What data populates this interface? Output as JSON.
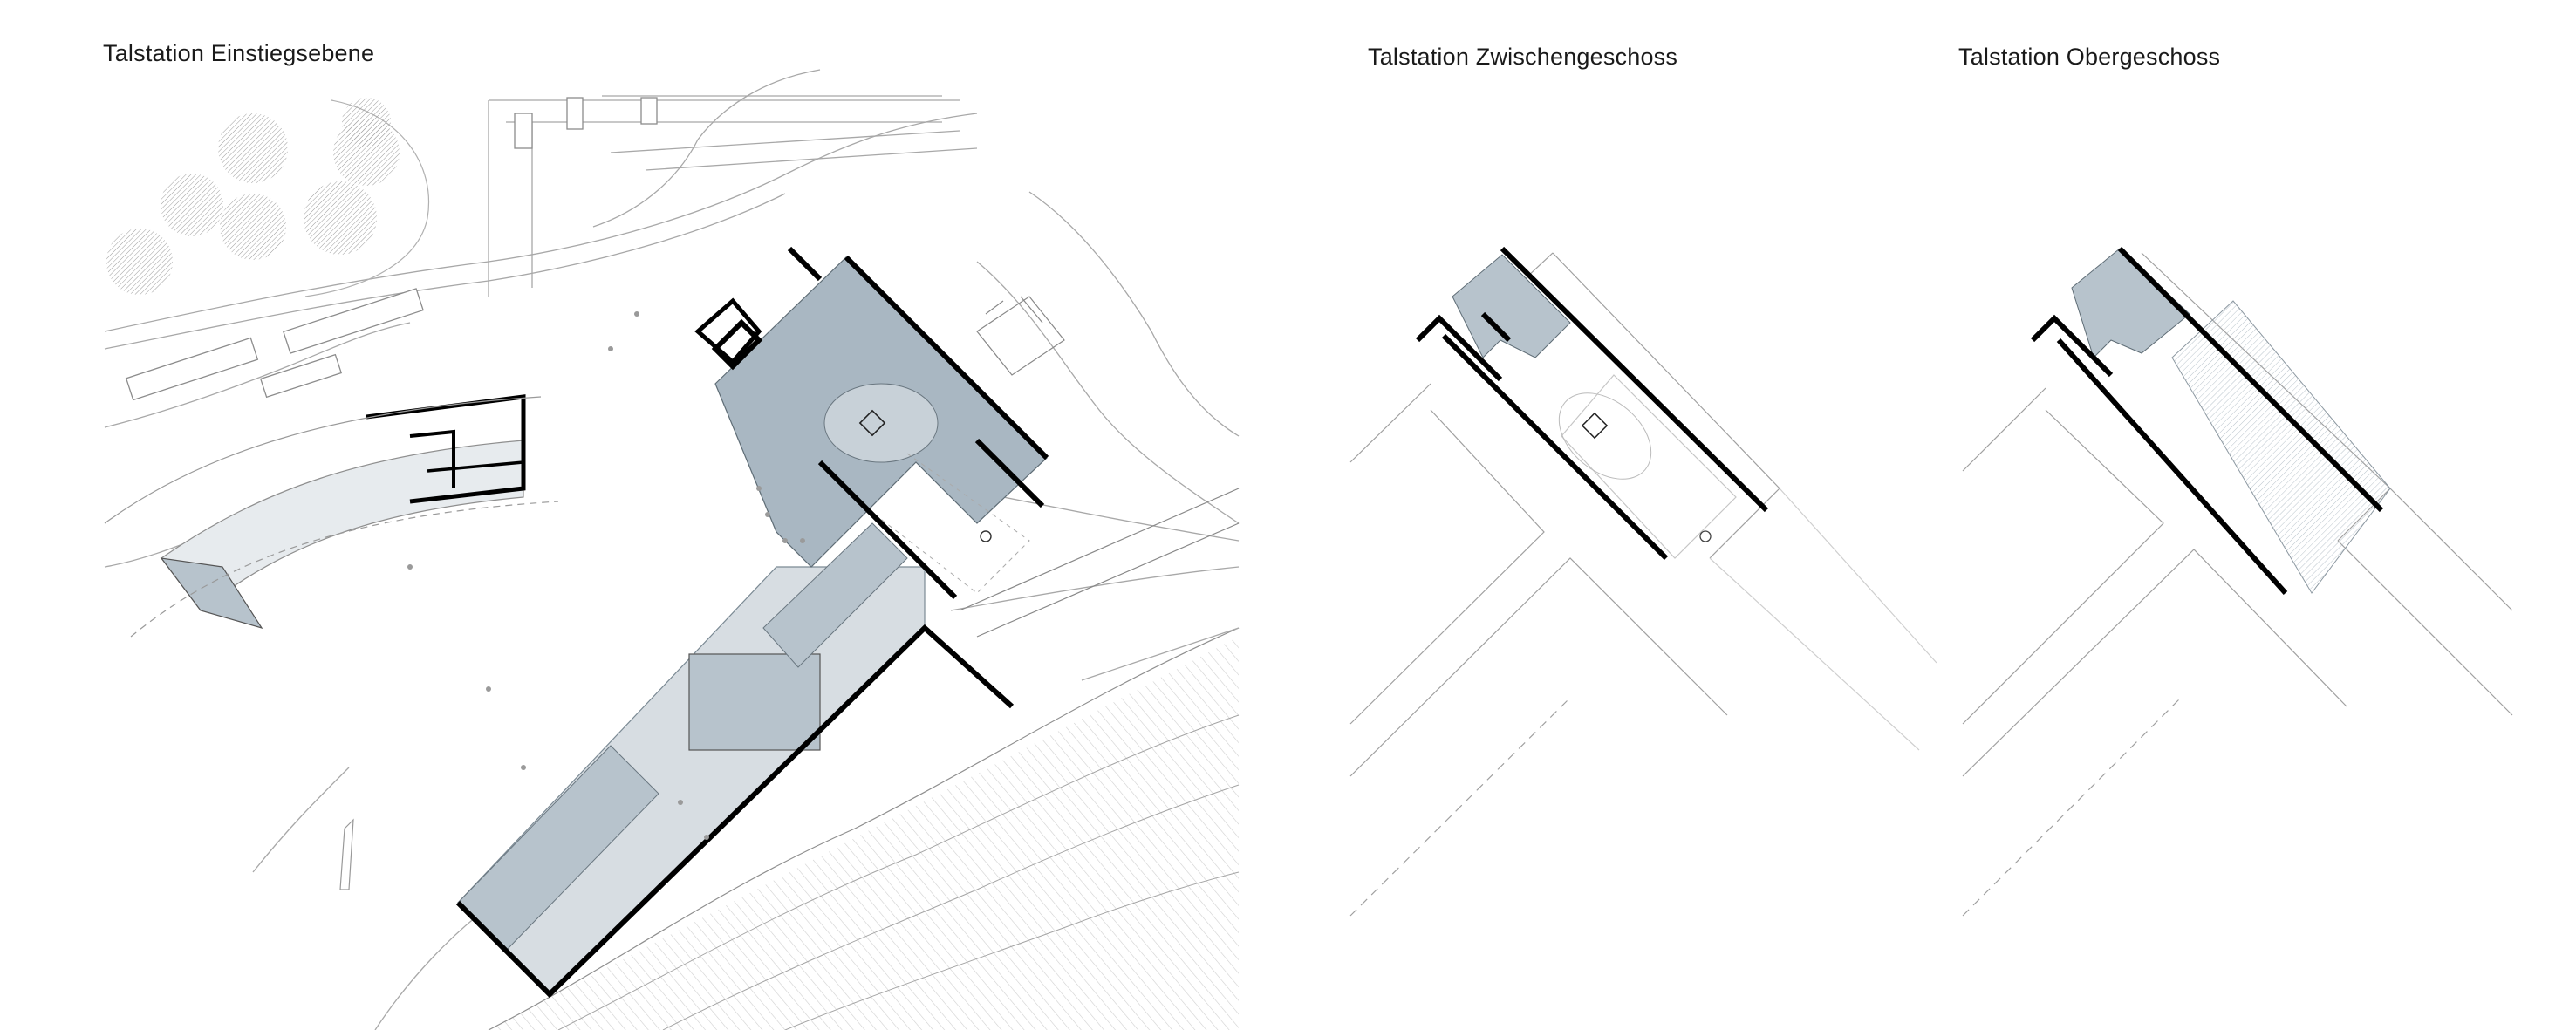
{
  "plans": [
    {
      "id": "plan-einstiegsebene",
      "title": "Talstation Einstiegsebene"
    },
    {
      "id": "plan-zwischengeschoss",
      "title": "Talstation Zwischengeschoss"
    },
    {
      "id": "plan-obergeschoss",
      "title": "Talstation Obergeschoss"
    }
  ],
  "colors": {
    "building_fill": "#b7c3cc",
    "building_fill_dark": "#a9b7c2",
    "wall": "#000000",
    "thin_line": "#9a9a9a",
    "terrain_hatch": "#c9c9c9"
  }
}
